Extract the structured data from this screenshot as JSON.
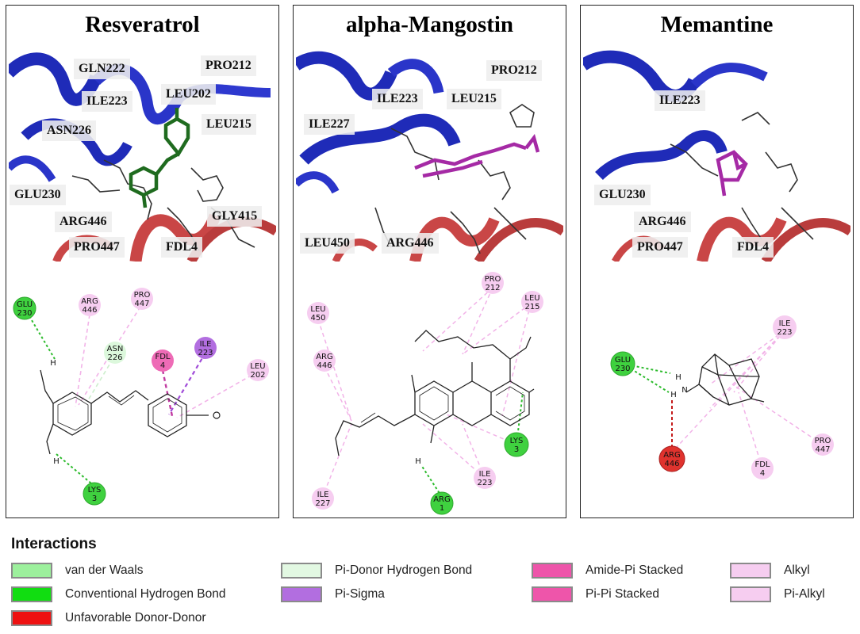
{
  "panels": [
    {
      "title": "Resveratrol",
      "labels": [
        "GLN222",
        "PRO212",
        "ILE223",
        "LEU202",
        "ASN226",
        "LEU215",
        "GLU230",
        "GLY415",
        "ARG446",
        "PRO447",
        "FDL4"
      ],
      "nodes": [
        {
          "l1": "GLU",
          "l2": "230",
          "color": "#3fd13f"
        },
        {
          "l1": "ARG",
          "l2": "446",
          "color": "#f6cdf0"
        },
        {
          "l1": "PRO",
          "l2": "447",
          "color": "#f6cdf0"
        },
        {
          "l1": "ASN",
          "l2": "226",
          "color": "#dcf8dc"
        },
        {
          "l1": "FDL",
          "l2": "4",
          "color": "#ee6bb6"
        },
        {
          "l1": "ILE",
          "l2": "223",
          "color": "#b26ee0"
        },
        {
          "l1": "LEU",
          "l2": "202",
          "color": "#f6cdf0"
        },
        {
          "l1": "LYS",
          "l2": "3",
          "color": "#3fd13f"
        }
      ],
      "atoms": [
        "H",
        "H"
      ]
    },
    {
      "title": "alpha-Mangostin",
      "labels": [
        "PRO212",
        "ILE223",
        "LEU215",
        "ILE227",
        "LEU450",
        "ARG446"
      ],
      "nodes": [
        {
          "l1": "PRO",
          "l2": "212",
          "color": "#f6cdf0"
        },
        {
          "l1": "LEU",
          "l2": "215",
          "color": "#f6cdf0"
        },
        {
          "l1": "LEU",
          "l2": "450",
          "color": "#f6cdf0"
        },
        {
          "l1": "ARG",
          "l2": "446",
          "color": "#f6cdf0"
        },
        {
          "l1": "LYS",
          "l2": "3",
          "color": "#3fd13f"
        },
        {
          "l1": "ILE",
          "l2": "223",
          "color": "#f6cdf0"
        },
        {
          "l1": "ARG",
          "l2": "1",
          "color": "#3fd13f"
        },
        {
          "l1": "ILE",
          "l2": "227",
          "color": "#f6cdf0"
        }
      ],
      "atoms": [
        "H"
      ]
    },
    {
      "title": "Memantine",
      "labels": [
        "ILE223",
        "GLU230",
        "ARG446",
        "PRO447",
        "FDL4"
      ],
      "nodes": [
        {
          "l1": "ILE",
          "l2": "223",
          "color": "#f6cdf0"
        },
        {
          "l1": "GLU",
          "l2": "230",
          "color": "#3fd13f"
        },
        {
          "l1": "ARG",
          "l2": "446",
          "color": "#e0332e"
        },
        {
          "l1": "PRO",
          "l2": "447",
          "color": "#f6cdf0"
        },
        {
          "l1": "FDL",
          "l2": "4",
          "color": "#f6cdf0"
        }
      ],
      "atoms": [
        "H",
        "N",
        "H"
      ]
    }
  ],
  "legend": {
    "title": "Interactions",
    "items": [
      {
        "label": "van der Waals",
        "color": "#9cf09c"
      },
      {
        "label": "Conventional Hydrogen Bond",
        "color": "#11dd11"
      },
      {
        "label": "Unfavorable Donor-Donor",
        "color": "#ee1111"
      },
      {
        "label": "Pi-Donor Hydrogen Bond",
        "color": "#e2f8e2"
      },
      {
        "label": "Pi-Sigma",
        "color": "#b26ee0"
      },
      {
        "label": "Amide-Pi Stacked",
        "color": "#ee55aa"
      },
      {
        "label": "Pi-Pi Stacked",
        "color": "#ee55aa"
      },
      {
        "label": "Alkyl",
        "color": "#f6cdf0"
      },
      {
        "label": "Pi-Alkyl",
        "color": "#f6cdf0"
      }
    ]
  }
}
